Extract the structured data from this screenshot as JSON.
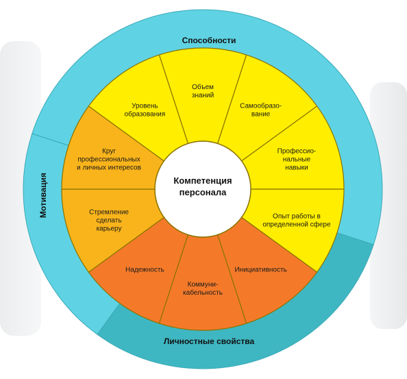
{
  "diagram": {
    "center_label": [
      "Компетенция",
      "персонала"
    ],
    "outer_rings": [
      {
        "label": "Способности",
        "color": "#5fd3e3"
      },
      {
        "label": "Мотивация",
        "color": "#5fd3e3"
      },
      {
        "label": "Личностные свойства",
        "color": "#3fb7c2"
      }
    ],
    "segments": [
      {
        "lines": [
          "Объем",
          "знаний"
        ],
        "color": "#ffee00",
        "group": "abilities"
      },
      {
        "lines": [
          "Самообразо-",
          "вание"
        ],
        "color": "#ffee00",
        "group": "abilities"
      },
      {
        "lines": [
          "Профессио-",
          "нальные",
          "навыки"
        ],
        "color": "#ffee00",
        "group": "abilities"
      },
      {
        "lines": [
          "Опыт работы в",
          "определенной сфере"
        ],
        "color": "#ffee00",
        "group": "abilities"
      },
      {
        "lines": [
          "Инициативность"
        ],
        "color": "#f47a2a",
        "group": "personal"
      },
      {
        "lines": [
          "Коммуни-",
          "кабельность"
        ],
        "color": "#f47a2a",
        "group": "personal"
      },
      {
        "lines": [
          "Надежность"
        ],
        "color": "#f47a2a",
        "group": "personal"
      },
      {
        "lines": [
          "Стремление",
          "сделать",
          "карьеру"
        ],
        "color": "#f9b41b",
        "group": "motivation"
      },
      {
        "lines": [
          "Круг",
          "профессиональных",
          "и личных интересов"
        ],
        "color": "#f9b41b",
        "group": "motivation"
      },
      {
        "lines": [
          "Уровень",
          "образования"
        ],
        "color": "#ffee00",
        "group": "abilities"
      }
    ],
    "colors": {
      "stroke": "#8a7300",
      "center_fill": "#ffffff",
      "ring_outline": "#3aa9b8",
      "background_figure": "#d9dcdf"
    }
  }
}
